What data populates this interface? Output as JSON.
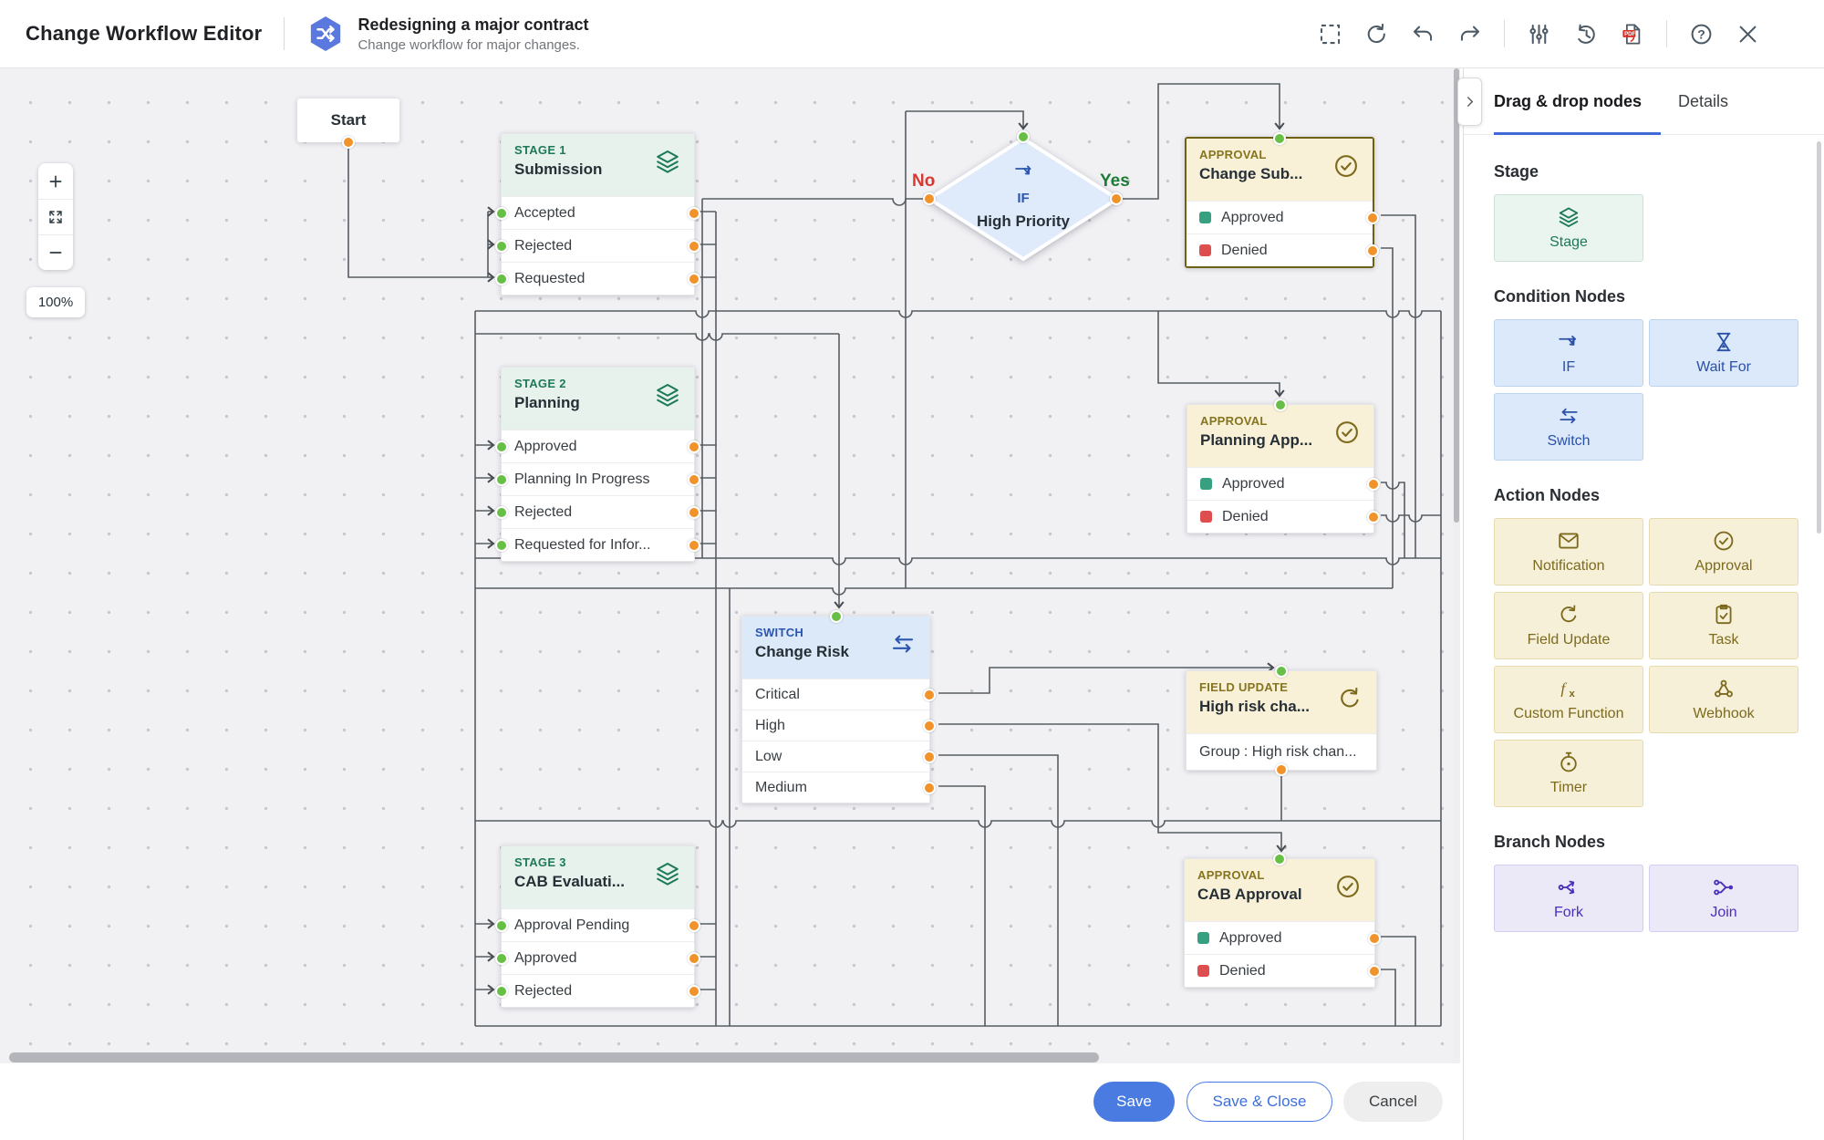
{
  "header": {
    "app_title": "Change Workflow Editor",
    "workflow_name": "Redesigning a major contract",
    "workflow_description": "Change workflow for major changes.",
    "toolbar_icons": [
      "marquee-select-icon",
      "reset-icon",
      "undo-icon",
      "redo-icon",
      "sliders-icon",
      "history-icon",
      "export-pdf-icon",
      "help-icon",
      "close-icon"
    ]
  },
  "canvas": {
    "zoom_badge": "100%",
    "start_label": "Start",
    "nodes": {
      "stage1": {
        "type_label": "STAGE 1",
        "title": "Submission",
        "rows": [
          "Accepted",
          "Rejected",
          "Requested"
        ]
      },
      "stage2": {
        "type_label": "STAGE 2",
        "title": "Planning",
        "rows": [
          "Approved",
          "Planning In Progress",
          "Rejected",
          "Requested for Infor..."
        ]
      },
      "stage3": {
        "type_label": "STAGE 3",
        "title": "CAB Evaluati...",
        "rows": [
          "Approval Pending",
          "Approved",
          "Rejected"
        ]
      },
      "if_node": {
        "type_label": "IF",
        "title": "High Priority",
        "no": "No",
        "yes": "Yes"
      },
      "switch_node": {
        "type_label": "SWITCH",
        "title": "Change Risk",
        "rows": [
          "Critical",
          "High",
          "Low",
          "Medium"
        ]
      },
      "approval_change": {
        "type_label": "APPROVAL",
        "title": "Change Sub...",
        "rows": [
          "Approved",
          "Denied"
        ]
      },
      "approval_planning": {
        "type_label": "APPROVAL",
        "title": "Planning App...",
        "rows": [
          "Approved",
          "Denied"
        ]
      },
      "approval_cab": {
        "type_label": "APPROVAL",
        "title": "CAB Approval",
        "rows": [
          "Approved",
          "Denied"
        ]
      },
      "field_update": {
        "type_label": "FIELD UPDATE",
        "title": "High risk cha...",
        "body": "Group : High risk chan..."
      }
    }
  },
  "sidebar": {
    "tabs": {
      "drag_drop": "Drag & drop nodes",
      "details": "Details"
    },
    "sections": {
      "stage": {
        "title": "Stage",
        "items": [
          {
            "label": "Stage",
            "icon": "layers-icon"
          }
        ]
      },
      "condition": {
        "title": "Condition Nodes",
        "items": [
          {
            "label": "IF",
            "icon": "branch-arrow-icon"
          },
          {
            "label": "Wait For",
            "icon": "hourglass-icon"
          },
          {
            "label": "Switch",
            "icon": "double-arrow-icon"
          }
        ]
      },
      "action": {
        "title": "Action Nodes",
        "items": [
          {
            "label": "Notification",
            "icon": "envelope-icon"
          },
          {
            "label": "Approval",
            "icon": "check-circle-icon"
          },
          {
            "label": "Field Update",
            "icon": "refresh-icon"
          },
          {
            "label": "Task",
            "icon": "clipboard-check-icon"
          },
          {
            "label": "Custom Function",
            "icon": "function-icon"
          },
          {
            "label": "Webhook",
            "icon": "webhook-icon"
          },
          {
            "label": "Timer",
            "icon": "stopwatch-icon"
          }
        ]
      },
      "branch": {
        "title": "Branch Nodes",
        "items": [
          {
            "label": "Fork",
            "icon": "fork-icon"
          },
          {
            "label": "Join",
            "icon": "join-icon"
          }
        ]
      }
    }
  },
  "footer": {
    "save": "Save",
    "save_close": "Save & Close",
    "cancel": "Cancel"
  },
  "colors": {
    "accent_blue": "#3f6ad8",
    "stage_green": "#1d7a57",
    "action_olive": "#7c6a1e",
    "condition_blue": "#2b50a8",
    "branch_purple": "#4b2fb8",
    "port_green": "#67bf46",
    "port_orange": "#f0932b",
    "approved_chip": "#36a080",
    "denied_chip": "#df4e4e",
    "no_label": "#d93830",
    "yes_label": "#1c7c33",
    "save_button": "#4a7be0",
    "pdf_red": "#d93025"
  }
}
